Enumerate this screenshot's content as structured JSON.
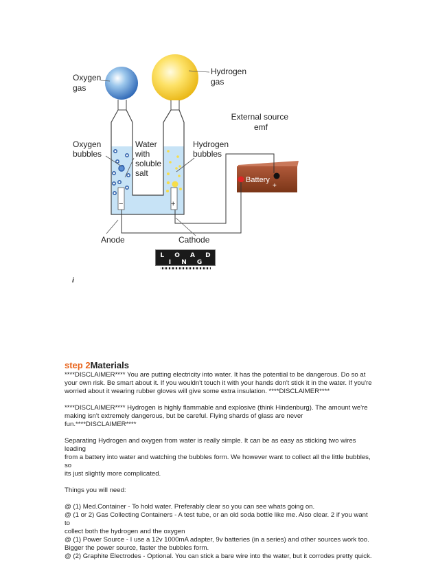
{
  "diagram": {
    "labels": {
      "oxygen_gas": [
        "Oxygen",
        "gas"
      ],
      "hydrogen_gas": [
        "Hydrogen",
        "gas"
      ],
      "external_source": [
        "External source",
        "emf"
      ],
      "oxygen_bubbles": [
        "Oxygen",
        "bubbles"
      ],
      "water": [
        "Water",
        "with",
        "soluble",
        "salt"
      ],
      "hydrogen_bubbles": [
        "Hydrogen",
        "bubbles"
      ],
      "battery": "Battery",
      "anode": "Anode",
      "cathode": "Cathode",
      "minus_sign": "−",
      "plus_sign": "+"
    },
    "loading_text": "L O A D I N G"
  },
  "marker": "i",
  "step": {
    "number_label": "step 2",
    "title": "Materials"
  },
  "paragraphs": [
    [
      "****DISCLAIMER**** You are putting electricity into water. It has the potential to be dangerous. Do so at",
      "your own risk. Be smart about it. If you wouldn't touch it with your hands don't stick it in the water. If you're",
      "worried about it wearing rubber gloves will give some extra insulation. ****DISCLAIMER****"
    ],
    [
      "****DISCLAIMER**** Hydrogen is highly flammable and explosive (think Hindenburg). The amount we're",
      "making isn't extremely dangerous, but be careful. Flying shards of glass are never fun.****DISCLAIMER****"
    ],
    [
      "Separating Hydrogen and oxygen from water is really simple. It can be as easy as sticking two wires leading",
      "from a battery into water and watching the bubbles form. We however want to collect all the little bubbles, so",
      "its just slightly more complicated."
    ],
    [
      "Things you will need:"
    ],
    [
      "@ (1) Med.Container - To hold water. Preferably clear so you can see whats going on.",
      "@ (1 or 2) Gas Collecting Containers - A test tube, or an old soda bottle like me. Also clear. 2 if you want to",
      "collect both the hydrogen and the oxygen",
      "@ (1) Power Source - I use a 12v 1000mA adapter, 9v batteries (in a series) and other sources work too.",
      "Bigger the power source, faster the bubbles form.",
      "@ (2) Graphite Electrodes - Optional. You can stick a bare wire into the water, but it corrodes pretty quick."
    ]
  ]
}
